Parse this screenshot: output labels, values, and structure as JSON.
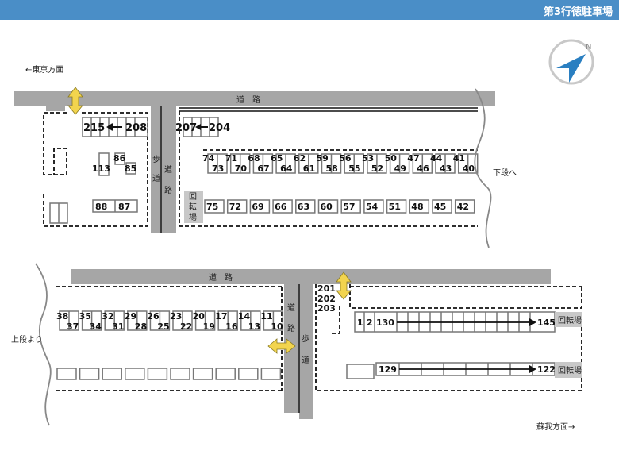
{
  "header": {
    "title": "第3行徳駐車場"
  },
  "directions": {
    "tokyo": "←東京方面",
    "soga": "蘇我方面→",
    "to_lower": "下段へ",
    "from_upper": "上段より"
  },
  "roads": {
    "top_road": "道　路",
    "bottom_road": "道　路",
    "walkway_top": [
      "歩",
      "道"
    ],
    "road_top_v": [
      "道",
      "路"
    ],
    "turnaround_top": [
      "回",
      "転",
      "場"
    ],
    "road_bottom_v": [
      "道",
      "路"
    ],
    "walkway_bottom": [
      "歩",
      "道"
    ],
    "turnaround": "回転場"
  },
  "spaces": {
    "top_left": {
      "arrow_from": "208",
      "arrow_to": "215",
      "s86": "86",
      "s85": "85",
      "s113": "113",
      "s88": "88",
      "s87": "87"
    },
    "top_mid": {
      "arrow_from": "204",
      "arrow_to": "207"
    },
    "top_upper_row": [
      "74",
      "71",
      "68",
      "65",
      "62",
      "59",
      "56",
      "53",
      "50",
      "47",
      "44",
      "41"
    ],
    "top_lower_row": [
      "73",
      "70",
      "67",
      "64",
      "61",
      "58",
      "55",
      "52",
      "49",
      "46",
      "43",
      "40"
    ],
    "top_bottom_row": [
      "75",
      "72",
      "69",
      "66",
      "63",
      "60",
      "57",
      "54",
      "51",
      "48",
      "45",
      "42"
    ],
    "bottom_upper_row": [
      "38",
      "35",
      "32",
      "29",
      "26",
      "23",
      "20",
      "17",
      "14",
      "11"
    ],
    "bottom_lower_row": [
      "37",
      "34",
      "31",
      "28",
      "25",
      "22",
      "19",
      "16",
      "13",
      "10"
    ],
    "bottom_right_col": [
      "201",
      "202",
      "203"
    ],
    "bottom_right_upper": {
      "a": "1",
      "b": "2",
      "from": "130",
      "to": "145"
    },
    "bottom_right_lower": {
      "from": "129",
      "to": "122"
    }
  },
  "colors": {
    "header": "#4a8ec7",
    "road": "#a6a6a6",
    "arrow_yellow": "#f2d44e",
    "compass": "#2a7fc1"
  },
  "icons": {
    "compass": "compass-icon",
    "bidirectional": "double-arrow-icon"
  }
}
